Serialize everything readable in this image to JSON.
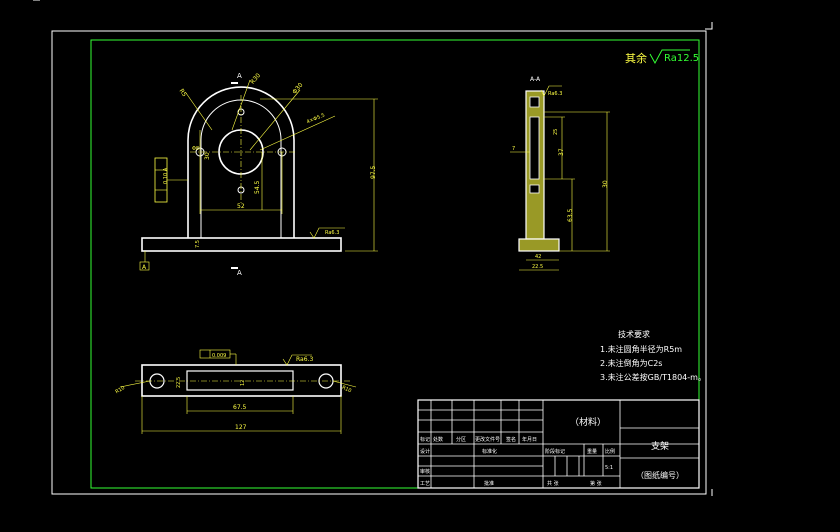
{
  "surface_top": {
    "symbol": "√",
    "label": "其余",
    "roughness": "Ra12.5"
  },
  "front_view": {
    "section_marks": [
      "A",
      "A"
    ],
    "datum": "A",
    "dims": {
      "r_top": "R30",
      "phi_hole": "Φ30",
      "r_left": "R5",
      "holes_diag": "4×Φ5.5",
      "phi_small": "Φ8",
      "center": "30",
      "width_52": "52",
      "height_54_5": "54.5",
      "height_97_5": "97.5",
      "base_7_5": "7.5",
      "left_tol": "0.10 A",
      "roughness": "Ra6.3"
    }
  },
  "section_view": {
    "title": "A-A",
    "dims": {
      "top_rough": "Ra6.3",
      "w7": "7",
      "dim_37": "37",
      "dim_30": "30",
      "dim_25": "25",
      "dim_63_5": "63.5",
      "dim_42": "42",
      "dim_22_5": "22.5"
    }
  },
  "top_view": {
    "tol": "0.009",
    "roughness": "Ra6.3",
    "dims": {
      "left_r": "R10",
      "right_r": "R10",
      "dim_22_5": "22.5",
      "dim_12": "12",
      "dim_67_5": "67.5",
      "dim_127": "127"
    }
  },
  "tech_req": {
    "title": "技术要求",
    "items": [
      "1.未注圆角半径为R5m",
      "2.未注倒角为C2s",
      "3.未注公差按GB/T1804-m。"
    ]
  },
  "title_block": {
    "material": "（材料）",
    "part_name": "支架",
    "drawing_no": "（图纸编号）",
    "row_labels": [
      "标记",
      "处数",
      "分区",
      "更改文件号",
      "签名",
      "年月日"
    ],
    "design": "设计",
    "standard": "标准化",
    "check": "审核",
    "process": "工艺",
    "approve": "批准",
    "stage_mark": "阶段标记",
    "weight": "重量",
    "scale": "比例",
    "scale_value": "5:1",
    "sheets_total": "共 张",
    "sheet_no": "第 张"
  }
}
